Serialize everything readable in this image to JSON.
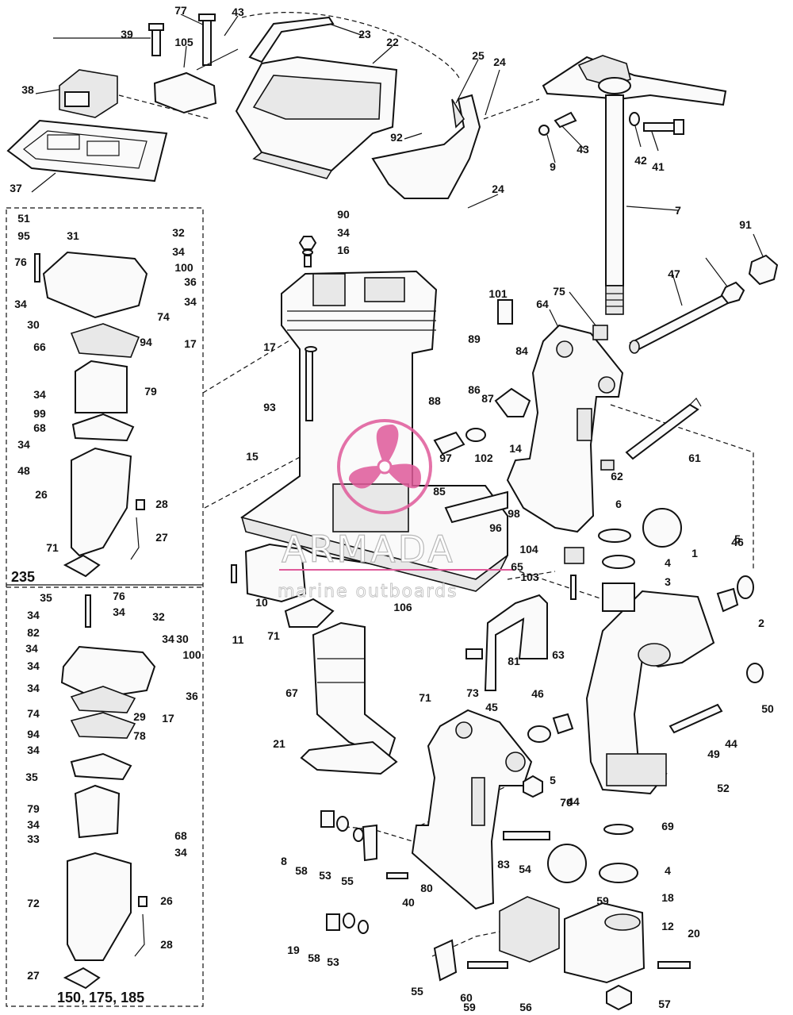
{
  "watermark": {
    "brand": "ARMADA",
    "subtitle": "marine outboards",
    "logo_color": "#e05a9a"
  },
  "insets": {
    "upper_label": "235",
    "lower_label": "150, 175, 185"
  },
  "callouts": [
    "77",
    "43",
    "39",
    "105",
    "23",
    "22",
    "38",
    "37",
    "25",
    "24",
    "92",
    "43",
    "9",
    "42",
    "41",
    "7",
    "24",
    "51",
    "95",
    "31",
    "32",
    "34",
    "76",
    "100",
    "36",
    "34",
    "34",
    "30",
    "74",
    "17",
    "94",
    "66",
    "79",
    "34",
    "99",
    "68",
    "34",
    "48",
    "26",
    "28",
    "27",
    "71",
    "90",
    "34",
    "16",
    "17",
    "93",
    "15",
    "101",
    "89",
    "75",
    "64",
    "84",
    "88",
    "86",
    "87",
    "14",
    "102",
    "97",
    "85",
    "98",
    "96",
    "44",
    "47",
    "91",
    "61",
    "62",
    "6",
    "46",
    "5",
    "4",
    "3",
    "1",
    "2",
    "104",
    "103",
    "65",
    "63",
    "81",
    "73",
    "10",
    "11",
    "71",
    "106",
    "67",
    "21",
    "50",
    "35",
    "76",
    "34",
    "34",
    "32",
    "82",
    "34",
    "34",
    "34",
    "30",
    "100",
    "36",
    "34",
    "29",
    "17",
    "74",
    "78",
    "94",
    "34",
    "35",
    "79",
    "34",
    "33",
    "68",
    "34",
    "72",
    "26",
    "28",
    "27",
    "71",
    "45",
    "46",
    "5",
    "70",
    "44",
    "49",
    "52",
    "69",
    "4",
    "8",
    "58",
    "53",
    "55",
    "80",
    "40",
    "83",
    "54",
    "59",
    "18",
    "12",
    "20",
    "19",
    "58",
    "53",
    "55",
    "60",
    "59",
    "56",
    "57",
    "13"
  ]
}
